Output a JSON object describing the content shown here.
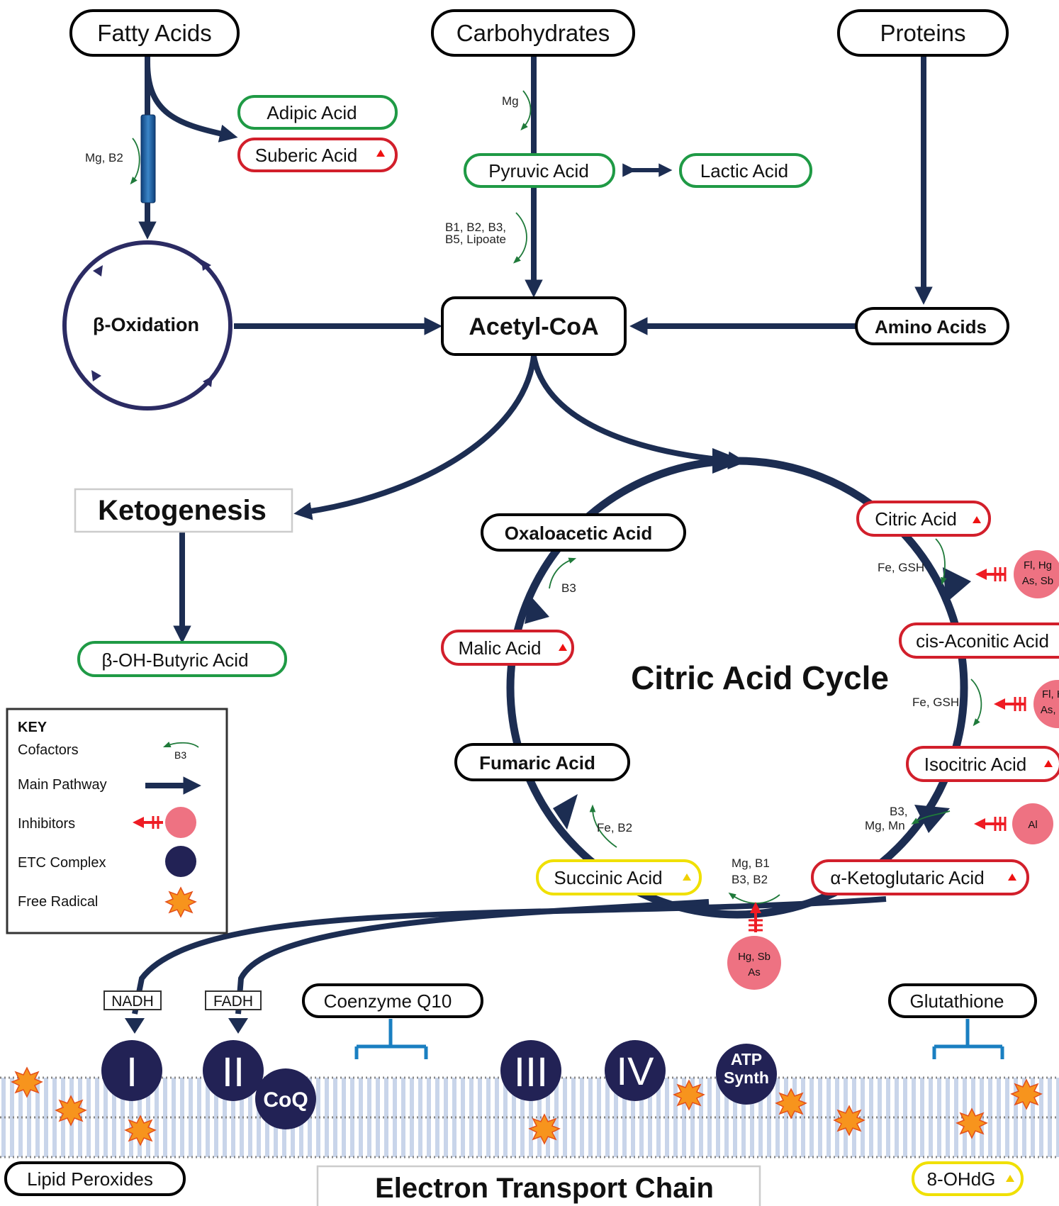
{
  "sources": {
    "fatty_acids": "Fatty Acids",
    "carbohydrates": "Carbohydrates",
    "proteins": "Proteins"
  },
  "intermediates": {
    "adipic": "Adipic Acid",
    "suberic": "Suberic Acid",
    "pyruvic": "Pyruvic Acid",
    "lactic": "Lactic Acid",
    "beta_oxidation": "β-Oxidation",
    "acetyl_coa": "Acetyl-CoA",
    "amino_acids": "Amino Acids",
    "ketogenesis": "Ketogenesis",
    "beta_oh_butyric": "β-OH-Butyric Acid"
  },
  "cycle": {
    "title": "Citric Acid Cycle",
    "citric": "Citric Acid",
    "cis_aconitic": "cis-Aconitic Acid",
    "isocitric": "Isocitric Acid",
    "alpha_ketoglutaric": "α-Ketoglutaric Acid",
    "succinic": "Succinic Acid",
    "fumaric": "Fumaric Acid",
    "malic": "Malic Acid",
    "oxaloacetic": "Oxaloacetic Acid"
  },
  "cofactors": {
    "fatty": "Mg, B2",
    "carb": "Mg",
    "pyruvate_line1": "B1, B2, B3,",
    "pyruvate_line2": "B5, Lipoate",
    "citric_to_cis": "Fe, GSH",
    "cis_to_iso": "Fe, GSH",
    "iso_to_akg_line1": "B3,",
    "iso_to_akg_line2": "Mg, Mn",
    "akg_to_succ_line1": "Mg, B1",
    "akg_to_succ_line2": "B3, B2",
    "succ_to_fum": "Fe, B2",
    "malic_to_oxa": "B3"
  },
  "inhibitors": {
    "i1_line1": "Fl, Hg",
    "i1_line2": "As, Sb",
    "i2_line1": "Fl, Hg",
    "i2_line2": "As, Sb",
    "i3": "Al",
    "i4_line1": "Hg, Sb",
    "i4_line2": "As"
  },
  "key": {
    "title": "KEY",
    "cofactors": "Cofactors",
    "cofactor_example": "B3",
    "main_pathway": "Main Pathway",
    "inhibitors": "Inhibitors",
    "etc_complex": "ETC Complex",
    "free_radical": "Free Radical"
  },
  "etc": {
    "title": "Electron Transport Chain",
    "nadh": "NADH",
    "fadh": "FADH",
    "coenzyme_q10": "Coenzyme Q10",
    "glutathione": "Glutathione",
    "complex_1": "I",
    "complex_2": "II",
    "coq": "CoQ",
    "complex_3": "III",
    "complex_4": "IV",
    "atp_line1": "ATP",
    "atp_line2": "Synth",
    "lipid_peroxides": "Lipid Peroxides",
    "ohdg": "8-OHdG"
  },
  "colors": {
    "navy": "#1c2d52",
    "green_border": "#1f9a45",
    "red_border": "#d21f2b",
    "yellow_border": "#f0e000",
    "inhibitor_fill": "#ee7282",
    "etc_fill": "#222255",
    "membrane": "#c9d5ea",
    "radical": "#f7941d",
    "q10_bar": "#1a7fc1"
  }
}
